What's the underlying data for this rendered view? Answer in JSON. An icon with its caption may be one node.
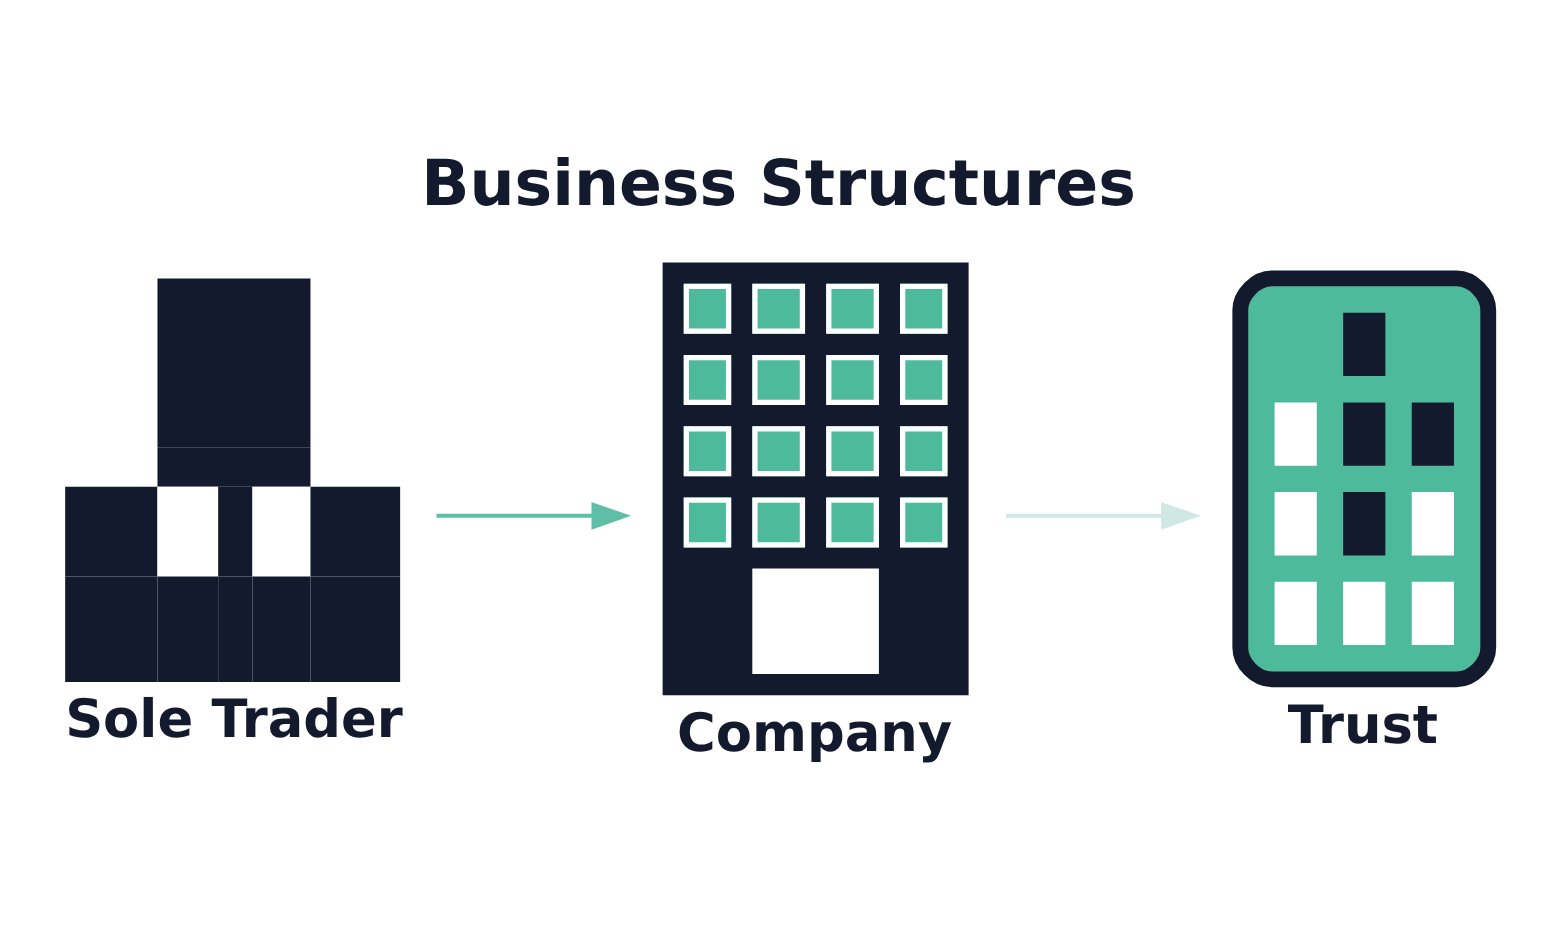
{
  "diagram": {
    "title": "Business Structures",
    "nodes": [
      {
        "text": [
          "Sole Trader"
        ]
      },
      {
        "text": [
          "Company"
        ]
      },
      {
        "text": [
          "Trust"
        ]
      }
    ],
    "edges": [
      {
        "from": 0,
        "to": 1,
        "arrow": "to"
      },
      {
        "from": 1,
        "to": 2,
        "arrow": "to",
        "color": "#cfe8e2"
      }
    ]
  }
}
